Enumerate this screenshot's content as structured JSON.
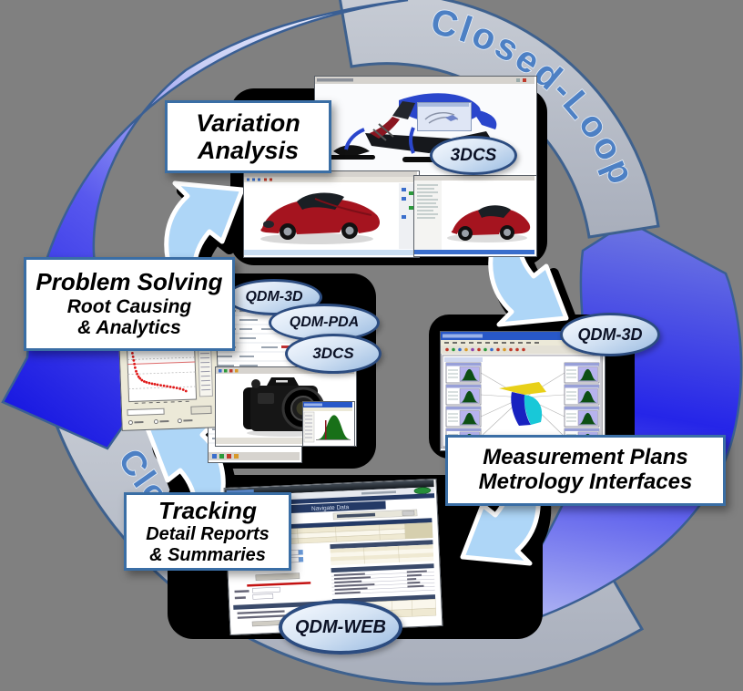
{
  "diagram": {
    "background": "#808080",
    "loop_text_top": "Closed-Loop",
    "loop_text_bottom": "Closed-Loop"
  },
  "labels": {
    "variation": {
      "line1": "Variation",
      "line2": "Analysis"
    },
    "problem": {
      "line1": "Problem Solving",
      "line2": "Root Causing",
      "line3": "& Analytics"
    },
    "measurement": {
      "line1": "Measurement Plans",
      "line2": "Metrology Interfaces"
    },
    "tracking": {
      "line1": "Tracking",
      "line2": "Detail Reports",
      "line3": "& Summaries"
    }
  },
  "badges": {
    "top_3dcs": "3DCS",
    "mid_qdm3d": "QDM-3D",
    "mid_qdmpda": "QDM-PDA",
    "mid_3dcs": "3DCS",
    "right_qdm3d": "QDM-3D",
    "bottom_qdmweb": "QDM-WEB"
  },
  "screens": {
    "web_page_title": "Navigate Data"
  },
  "colors": {
    "band": "#b6bcc6",
    "band_border": "#3e618e",
    "loop_text": "#4d80c4",
    "big_arrow_blue": "#2525e8",
    "small_arrow": "#aed6f7",
    "label_border": "#3a6ea5",
    "badge_border": "#2c4c80"
  }
}
